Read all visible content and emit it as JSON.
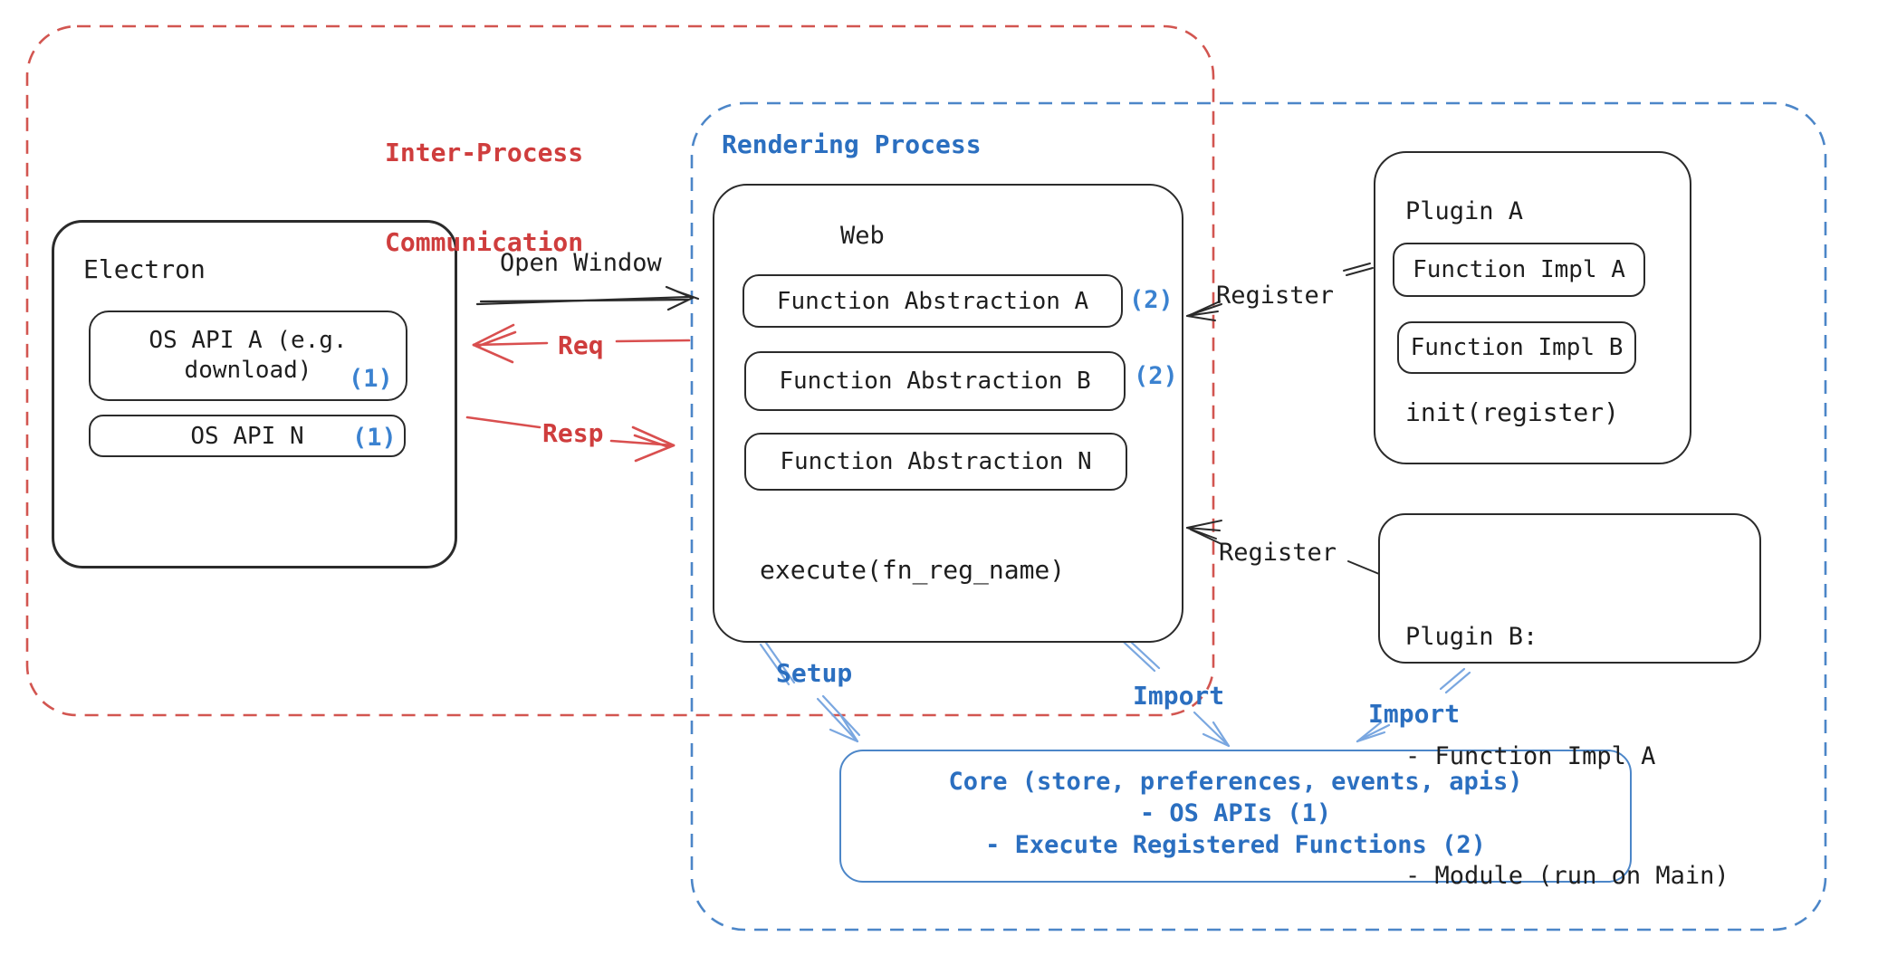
{
  "colors": {
    "ink_black": "#1e1e1e",
    "accent_red": "#cf3d3d",
    "accent_blue": "#2b6fc0",
    "badge_blue": "#3b82d0",
    "arrow_light_blue": "#7aa7e0",
    "dashed_red": "#d25550",
    "dashed_blue": "#4c86c8"
  },
  "diagram": {
    "ipc": {
      "title_line1": "Inter-Process",
      "title_line2": "Communication"
    },
    "rendering": {
      "title": "Rendering Process"
    },
    "electron": {
      "title": "Electron",
      "apis": [
        {
          "label_line1": "OS API A (e.g.",
          "label_line2": "download)",
          "badge": "(1)"
        },
        {
          "label": "OS API N",
          "badge": "(1)"
        }
      ]
    },
    "web": {
      "title": "Web",
      "abstractions": [
        {
          "label": "Function Abstraction A",
          "badge": "(2)"
        },
        {
          "label": "Function Abstraction B",
          "badge": "(2)"
        },
        {
          "label": "Function Abstraction N",
          "badge": ""
        }
      ],
      "execute": "execute(fn_reg_name)"
    },
    "plugin_a": {
      "title": "Plugin A",
      "impls": [
        {
          "label": "Function Impl A"
        },
        {
          "label": "Function Impl B"
        }
      ],
      "init": "init(register)"
    },
    "plugin_b": {
      "title": "Plugin B:",
      "items": [
        "- Function Impl A",
        "- Module (run on Main)"
      ]
    },
    "core": {
      "line1": "Core (store, preferences, events, apis)",
      "line2": "- OS APIs (1)",
      "line3": "- Execute Registered Functions (2)"
    },
    "arrows": {
      "open_window": "Open Window",
      "req": "Req",
      "resp": "Resp",
      "register_a": "Register",
      "register_b": "Register",
      "setup": "Setup",
      "import_web": "Import",
      "import_plugin_b": "Import"
    }
  }
}
